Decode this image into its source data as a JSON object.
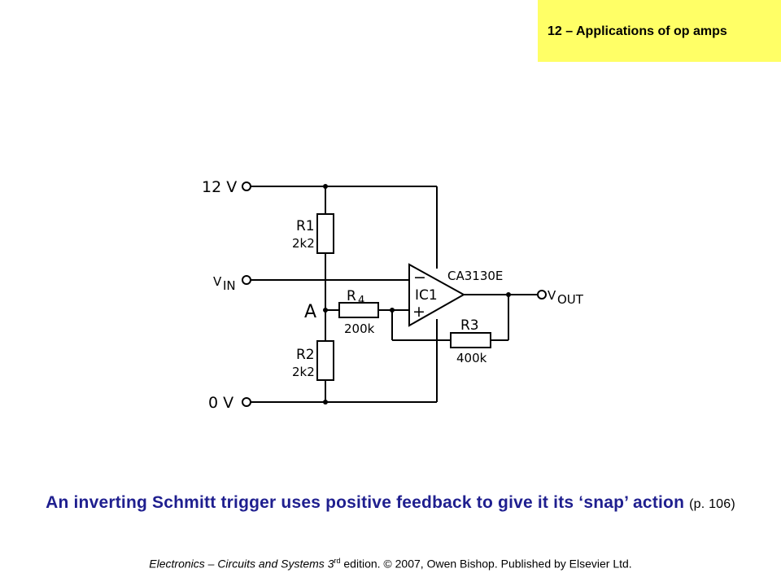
{
  "header": {
    "chapter_title": "12 – Applications of op amps",
    "background_color": "#ffff66"
  },
  "circuit": {
    "supply_label": "12 V",
    "input_label_main": "V",
    "input_label_sub": "IN",
    "ground_label": "0 V",
    "output_label_main": "V",
    "output_label_sub": "OUT",
    "node_label": "A",
    "opamp_name": "IC1",
    "opamp_part": "CA3130E",
    "inverting_symbol": "−",
    "noninverting_symbol": "+",
    "r1_name": "R1",
    "r1_value": "2k2",
    "r2_name": "R2",
    "r2_value": "2k2",
    "r3_name": "R3",
    "r3_value": "400k",
    "r4_name": "R",
    "r4_sub": "4",
    "r4_value": "200k"
  },
  "caption": {
    "main": "An inverting Schmitt trigger uses positive feedback to give it its ‘snap’ action",
    "page_ref": "(p. 106)",
    "text_color": "#1f1f8f"
  },
  "footer": {
    "book": "Electronics – Circuits and Systems 3",
    "ordinal": "rd",
    "edition": " edition",
    "rest": ". © 2007, Owen Bishop. Published by Elsevier Ltd."
  }
}
